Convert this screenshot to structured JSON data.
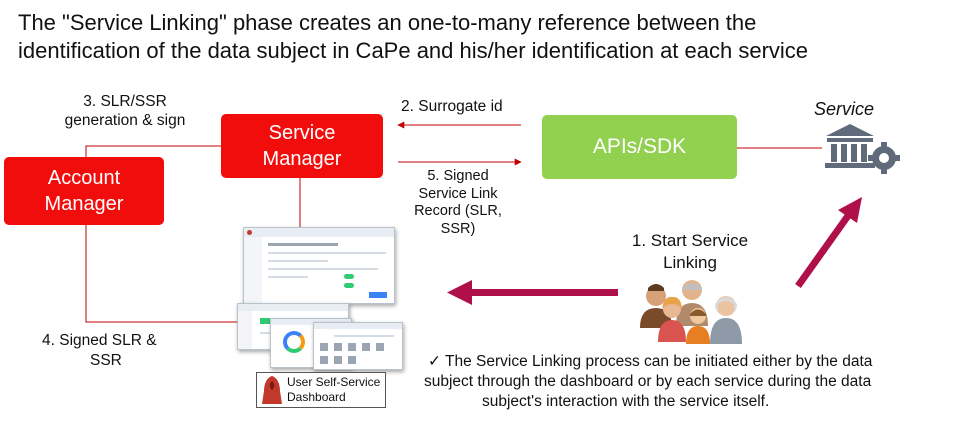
{
  "title": {
    "line1": "The \"Service Linking\" phase creates an one-to-many reference between the",
    "line2": "identification of the data subject in CaPe and his/her identification at each service"
  },
  "nodes": {
    "account_manager": {
      "line1": "Account",
      "line2": "Manager"
    },
    "service_manager": {
      "line1": "Service",
      "line2": "Manager"
    },
    "apis_sdk": "APIs/SDK",
    "service": "Service"
  },
  "steps": {
    "step1": {
      "line1": "1. Start Service",
      "line2": "Linking"
    },
    "step2": "2. Surrogate id",
    "step3": {
      "line1": "3. SLR/SSR",
      "line2": "generation & sign"
    },
    "step4": {
      "line1": "4. Signed SLR &",
      "line2": "SSR"
    },
    "step5": {
      "line1": "5.  Signed",
      "line2": "Service  Link",
      "line3": "Record  (SLR,",
      "line4": "SSR)"
    }
  },
  "dashboard": {
    "line1": "User Self-Service",
    "line2": "Dashboard"
  },
  "note": {
    "line1": "✓ The Service Linking process can be initiated either by the data",
    "line2": "subject through the dashboard or by each service during the data",
    "line3": "subject's interaction with the service itself."
  },
  "colors": {
    "manager_red": "#f20d0d",
    "apis_green": "#92d050",
    "arrow_crimson": "#b0104a",
    "connector_red": "#c00000",
    "icon_grey": "#5f6b7a"
  },
  "icons": {
    "service": "bank-gear-icon",
    "users": "user-group-icon",
    "dashboard_logo": "red-hood-logo-icon"
  }
}
